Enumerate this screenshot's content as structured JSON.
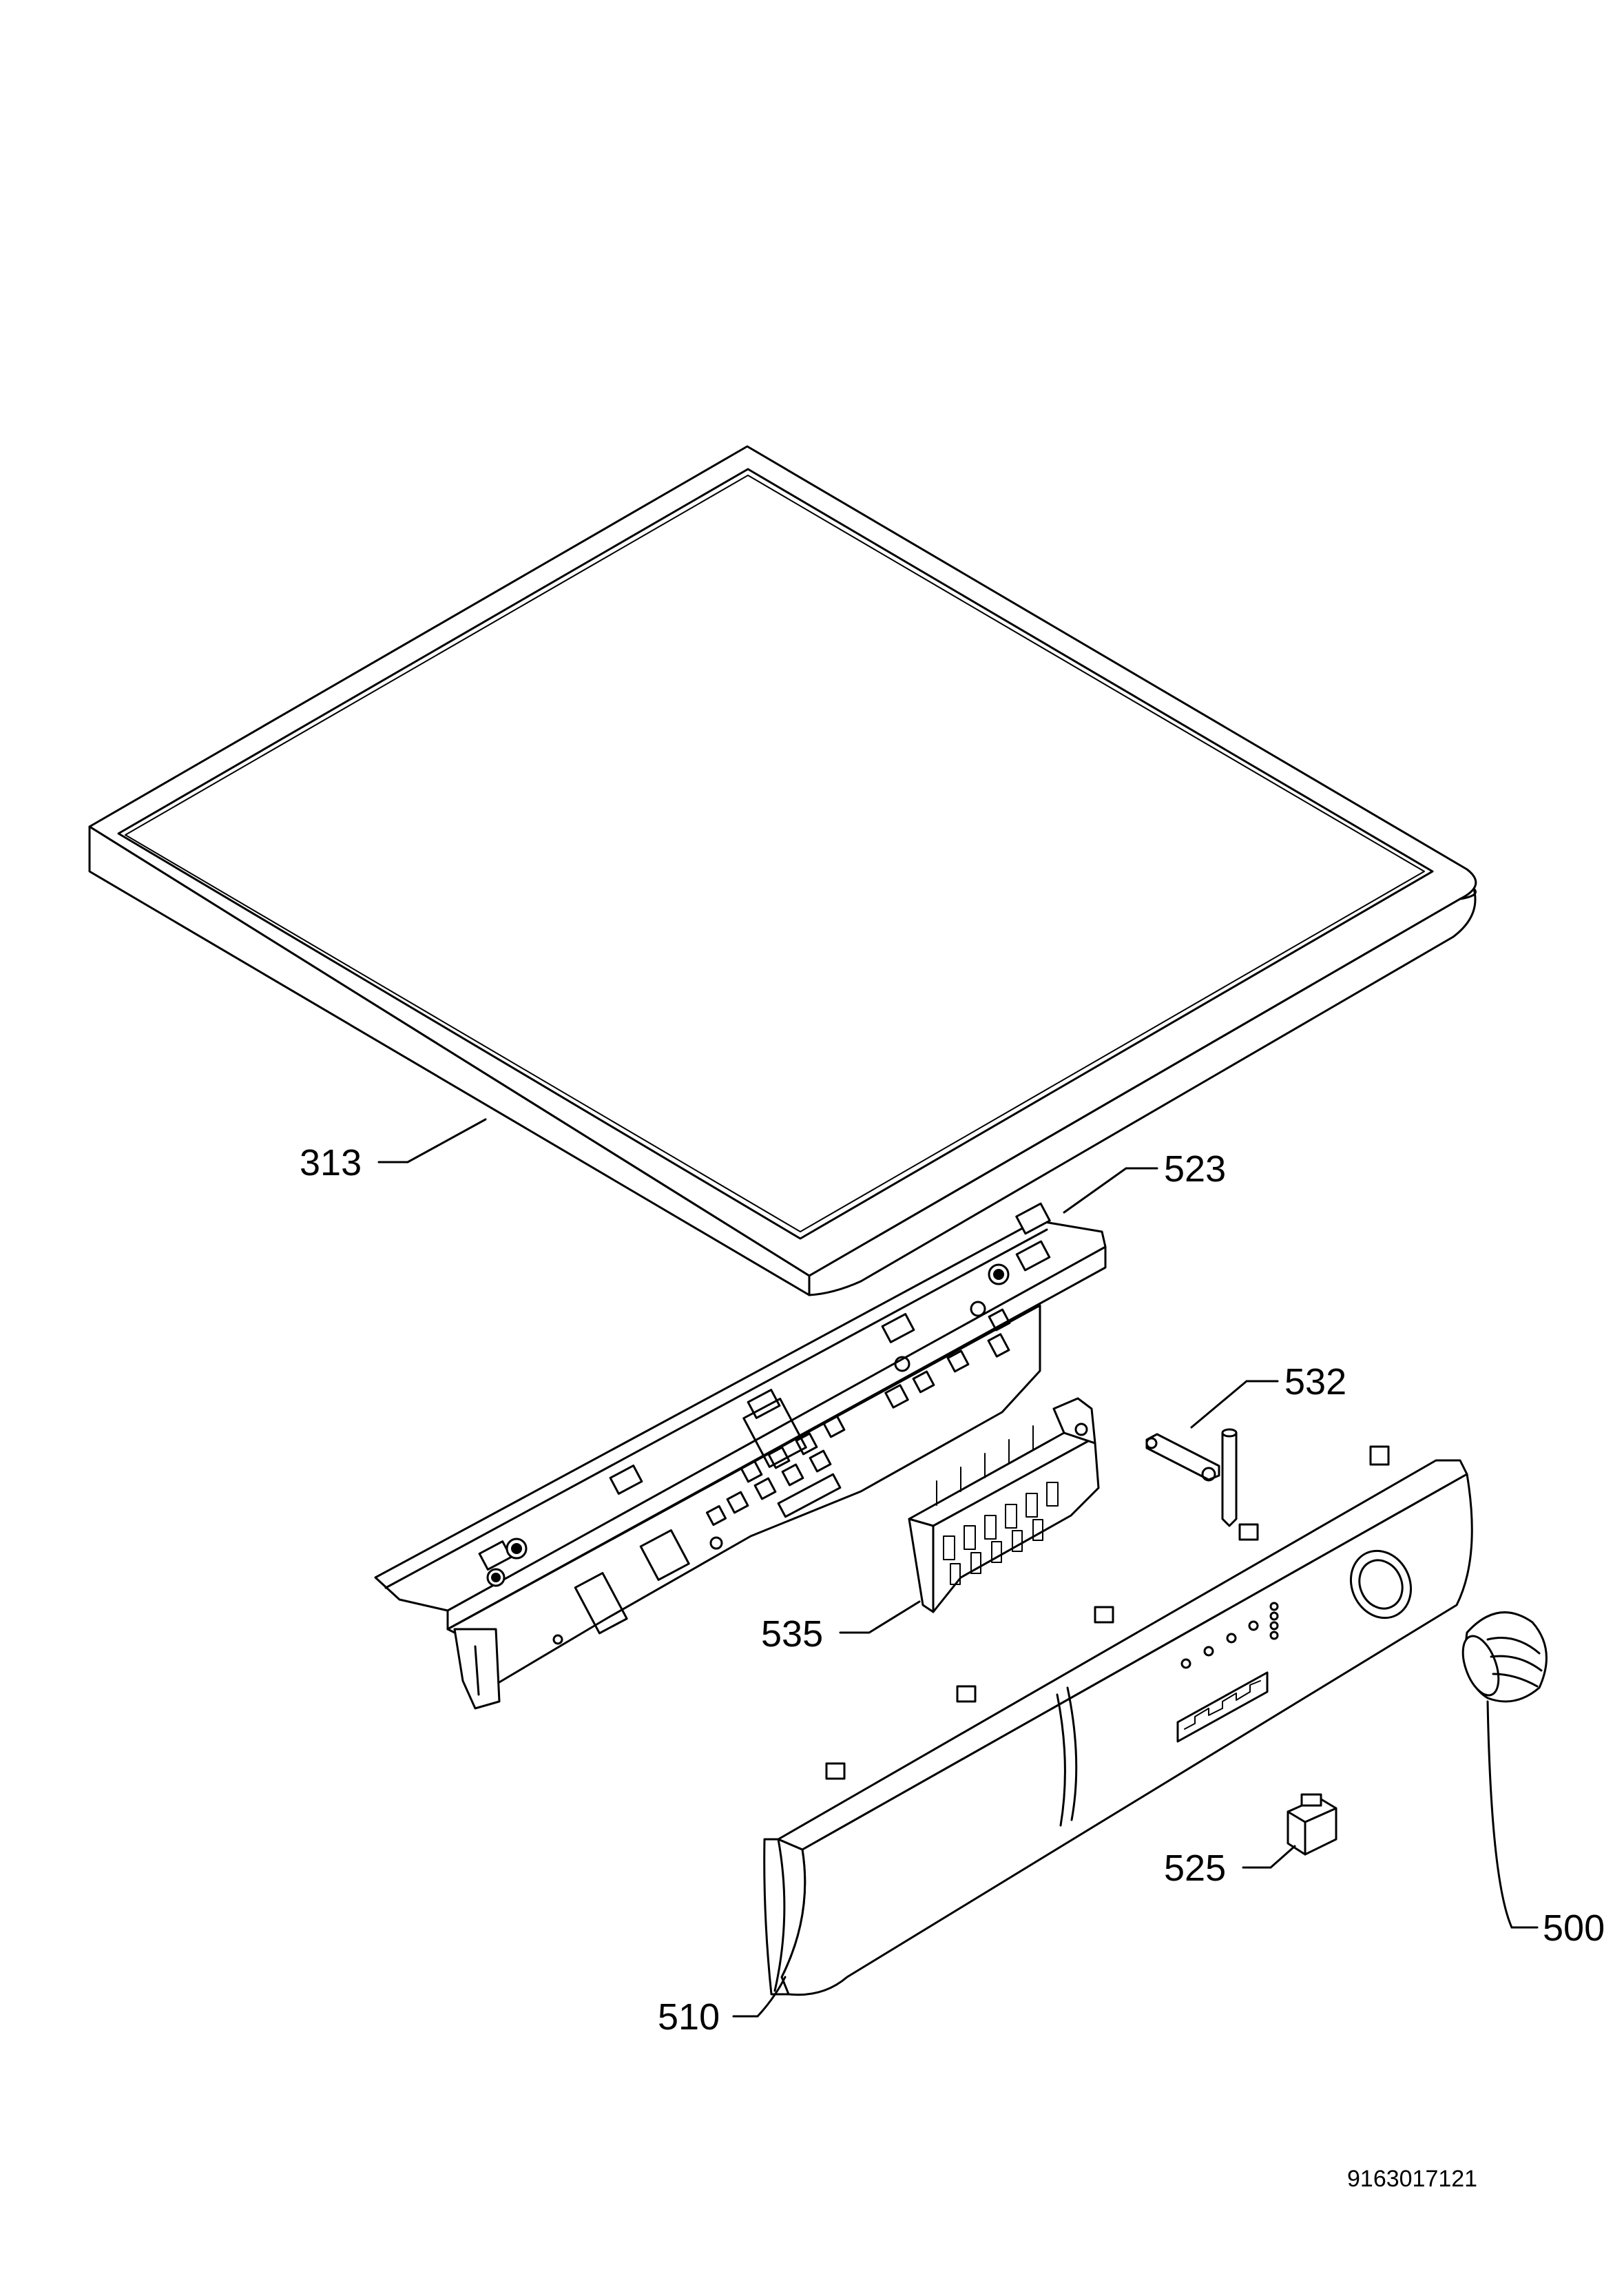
{
  "labels": {
    "p313": "313",
    "p523": "523",
    "p532": "532",
    "p535": "535",
    "p500": "500",
    "p525": "525",
    "p510": "510"
  },
  "document_number": "9163017121"
}
